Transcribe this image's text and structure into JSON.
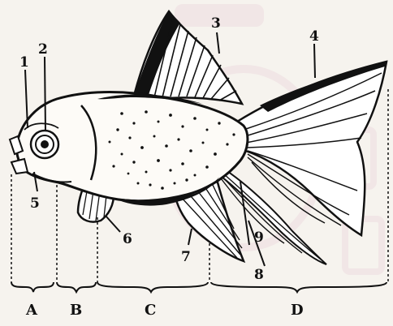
{
  "diagram": {
    "labels": [
      "1",
      "2",
      "3",
      "4",
      "5",
      "6",
      "7",
      "8",
      "9"
    ],
    "sections": [
      "A",
      "B",
      "C",
      "D"
    ],
    "colors": {
      "ink": "#111111",
      "paper": "#f6f3ee",
      "watermark": "#e9cfd6"
    }
  }
}
